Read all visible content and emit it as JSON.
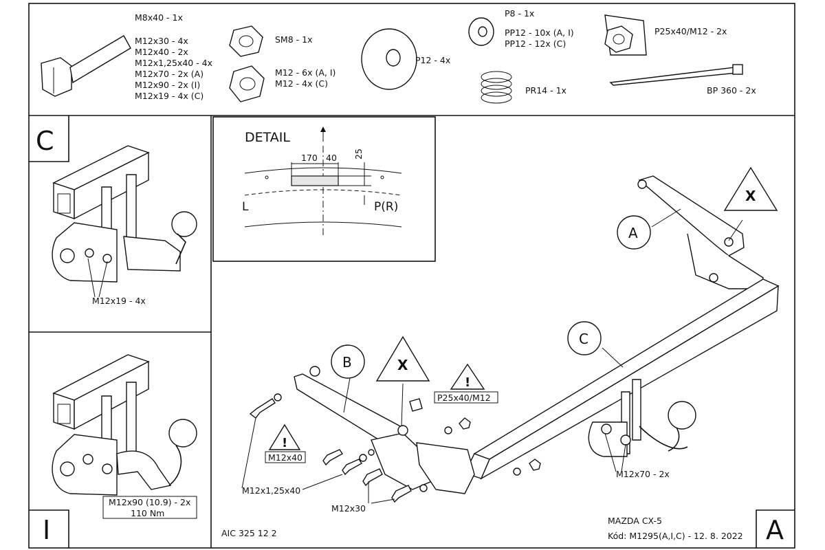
{
  "hardware": {
    "bolts": {
      "m8x40": "M8x40 - 1x",
      "m12x30": "M12x30 - 4x",
      "m12x40": "M12x40 - 2x",
      "m12x125x40": "M12x1,25x40 - 4x",
      "m12x70": "M12x70 - 2x (A)",
      "m12x90": "M12x90 - 2x (I)",
      "m12x19": "M12x19 - 4x (C)"
    },
    "nut_sm8": "SM8 - 1x",
    "nut_m12_a": "M12 - 6x (A, I)",
    "nut_m12_c": "M12 - 4x (C)",
    "washer_p12": "P12 - 4x",
    "washer_p8": "P8 - 1x",
    "washer_pp12_a": "PP12 - 10x (A, I)",
    "washer_pp12_c": "PP12 - 12x (C)",
    "spring_pr14": "PR14 - 1x",
    "plate_p25x40": "P25x40/M12 - 2x",
    "cable_tie": "BP 360 - 2x"
  },
  "variants": {
    "c_letter": "C",
    "c_note": "M12x19 - 4x",
    "i_letter": "I",
    "i_note_1": "M12x90 (10.9) - 2x",
    "i_note_2": "110 Nm",
    "a_letter": "A"
  },
  "detail": {
    "title": "DETAIL",
    "dim_170": "170",
    "dim_40": "40",
    "dim_25": "25",
    "left": "L",
    "right": "P(R)"
  },
  "main": {
    "label_a": "A",
    "label_b": "B",
    "label_c": "C",
    "x_mark": "X",
    "warn_mark": "!",
    "p25_label": "P25x40/M12",
    "m12x40_label": "M12x40",
    "m12x125_label": "M12x1,25x40",
    "m12x30_label": "M12x30",
    "m12x70_label": "M12x70 - 2x"
  },
  "footer": {
    "code": "AIC 325 12 2",
    "model": "MAZDA CX-5",
    "kod": "Kód: M1295(A,I,C) - 12. 8. 2022"
  }
}
